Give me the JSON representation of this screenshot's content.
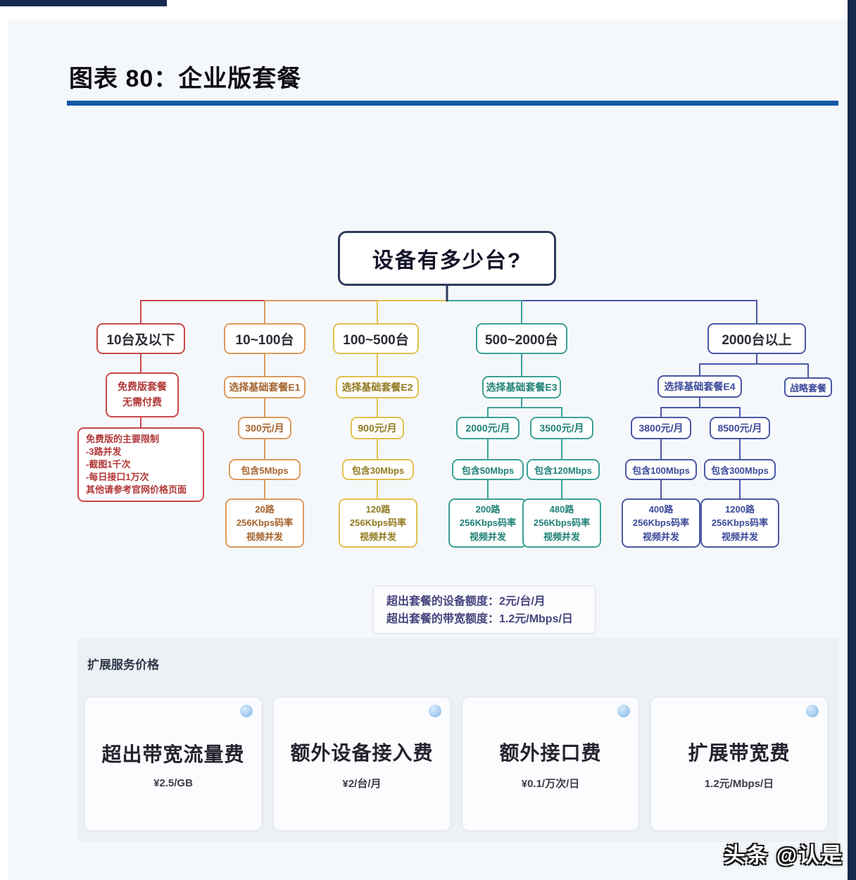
{
  "title": "图表 80：企业版套餐",
  "root_question": "设备有多少台?",
  "branches": {
    "free": {
      "range": "10台及以下",
      "package_line1": "免费版套餐",
      "package_line2": "无需付费",
      "limits": [
        "免费版的主要限制",
        "-3路并发",
        "-截图1千次",
        "-每日接口1万次",
        "其他请参考官网价格页面"
      ]
    },
    "e1": {
      "range": "10~100台",
      "package": "选择基础套餐E1",
      "price": "300元/月",
      "bandwidth": "包含5Mbps",
      "concurrency": [
        "20路",
        "256Kbps码率",
        "视频并发"
      ]
    },
    "e2": {
      "range": "100~500台",
      "package": "选择基础套餐E2",
      "price": "900元/月",
      "bandwidth": "包含30Mbps",
      "concurrency": [
        "120路",
        "256Kbps码率",
        "视频并发"
      ]
    },
    "e3": {
      "range": "500~2000台",
      "package": "选择基础套餐E3",
      "plan_a": {
        "price": "2000元/月",
        "bandwidth": "包含50Mbps",
        "concurrency": [
          "200路",
          "256Kbps码率",
          "视频并发"
        ]
      },
      "plan_b": {
        "price": "3500元/月",
        "bandwidth": "包含120Mbps",
        "concurrency": [
          "480路",
          "256Kbps码率",
          "视频并发"
        ]
      }
    },
    "e4": {
      "range": "2000台以上",
      "package": "选择基础套餐E4",
      "strategic": "战略套餐",
      "plan_a": {
        "price": "3800元/月",
        "bandwidth": "包含100Mbps",
        "concurrency": [
          "400路",
          "256Kbps码率",
          "视频并发"
        ]
      },
      "plan_b": {
        "price": "8500元/月",
        "bandwidth": "包含300Mbps",
        "concurrency": [
          "1200路",
          "256Kbps码率",
          "视频并发"
        ]
      }
    }
  },
  "overage_note": {
    "line1": "超出套餐的设备额度：2元/台/月",
    "line2": "超出套餐的带宽额度：1.2元/Mbps/日"
  },
  "services": {
    "title": "扩展服务价格",
    "cards": [
      {
        "name": "超出带宽流量费",
        "price": "¥2.5/GB"
      },
      {
        "name": "额外设备接入费",
        "price": "¥2/台/月"
      },
      {
        "name": "额外接口费",
        "price": "¥0.1/万次/日"
      },
      {
        "name": "扩展带宽费",
        "price": "1.2元/Mbps/日"
      }
    ]
  },
  "watermark": "头条 @认是",
  "colors": {
    "rule-blue": "#1457a3",
    "frame-navy": "#16294e",
    "node-red": "#c94949",
    "text-red": "#b23838",
    "node-orange": "#dc9a5c",
    "text-orange": "#a5632d",
    "node-yellow": "#e0c04f",
    "text-yellow": "#8f7a1e",
    "node-teal": "#3ba196",
    "text-teal": "#1f8176",
    "node-blue": "#4a58a6",
    "text-blue": "#3c4a9a",
    "node-navy": "#2e3a5c",
    "icon-blue": "#9cc6ec"
  }
}
